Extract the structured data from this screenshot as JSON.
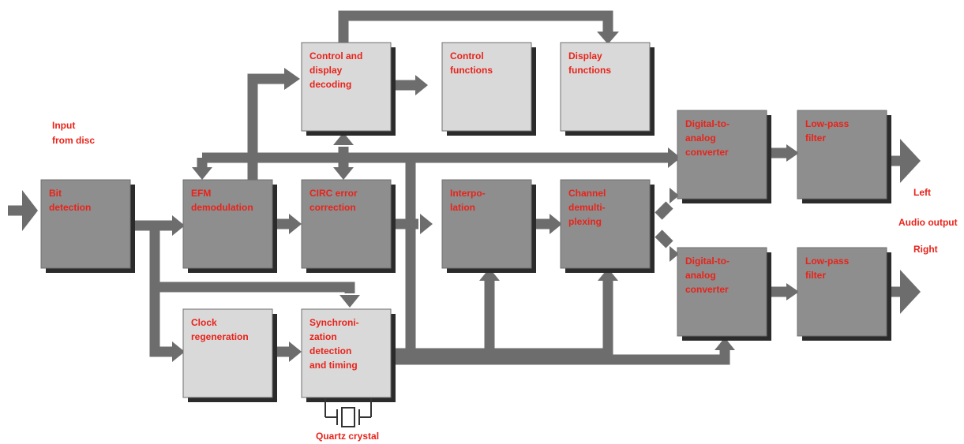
{
  "colors": {
    "arrow": "#6d6d6d",
    "box_dark": "#8e8e8e",
    "box_light": "#d9d9d9",
    "shadow": "#2b2b2b",
    "label": "#e8231a"
  },
  "labels": {
    "input": [
      "Input",
      "from disc"
    ],
    "left": "Left",
    "audio_output": "Audio output",
    "right": "Right",
    "quartz": "Quartz crystal"
  },
  "blocks": [
    {
      "id": "bit-detection",
      "lines": [
        "Bit",
        "detection"
      ],
      "fill": "dark"
    },
    {
      "id": "efm-demodulation",
      "lines": [
        "EFM",
        "demodulation"
      ],
      "fill": "dark"
    },
    {
      "id": "circ-error-correction",
      "lines": [
        "CIRC error",
        "correction"
      ],
      "fill": "dark"
    },
    {
      "id": "control-display-decoding",
      "lines": [
        "Control and",
        "display",
        "decoding"
      ],
      "fill": "light"
    },
    {
      "id": "control-functions",
      "lines": [
        "Control",
        "functions"
      ],
      "fill": "light"
    },
    {
      "id": "display-functions",
      "lines": [
        "Display",
        "functions"
      ],
      "fill": "light"
    },
    {
      "id": "clock-regeneration",
      "lines": [
        "Clock",
        "regeneration"
      ],
      "fill": "light"
    },
    {
      "id": "sync-detection-timing",
      "lines": [
        "Synchroni-",
        "zation",
        "detection",
        "and timing"
      ],
      "fill": "light"
    },
    {
      "id": "interpolation",
      "lines": [
        "Interpo-",
        "lation"
      ],
      "fill": "dark"
    },
    {
      "id": "channel-demultiplexing",
      "lines": [
        "Channel",
        "demulti-",
        "plexing"
      ],
      "fill": "dark"
    },
    {
      "id": "dac-left",
      "lines": [
        "Digital-to-",
        "analog",
        "converter"
      ],
      "fill": "dark"
    },
    {
      "id": "lowpass-left",
      "lines": [
        "Low-pass",
        "filter"
      ],
      "fill": "dark"
    },
    {
      "id": "dac-right",
      "lines": [
        "Digital-to-",
        "analog",
        "converter"
      ],
      "fill": "dark"
    },
    {
      "id": "lowpass-right",
      "lines": [
        "Low-pass",
        "filter"
      ],
      "fill": "dark"
    }
  ]
}
